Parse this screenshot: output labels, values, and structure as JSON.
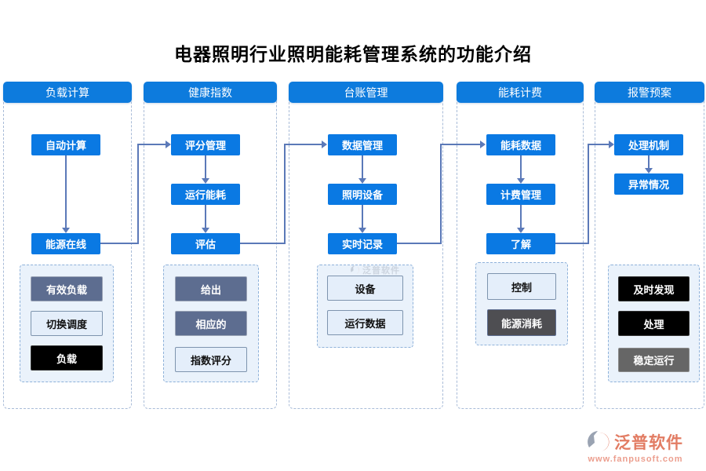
{
  "title": "电器照明行业照明能耗管理系统的功能介绍",
  "columns": [
    {
      "header": "负载计算",
      "flow": [
        "自动计算",
        "能源在线"
      ],
      "tags": [
        {
          "label": "有效负载",
          "style": "slate"
        },
        {
          "label": "切换调度",
          "style": "light"
        },
        {
          "label": "负载",
          "style": "black"
        }
      ]
    },
    {
      "header": "健康指数",
      "flow": [
        "评分管理",
        "运行能耗",
        "评估"
      ],
      "tags": [
        {
          "label": "给出",
          "style": "slate"
        },
        {
          "label": "相应的",
          "style": "slate"
        },
        {
          "label": "指数评分",
          "style": "light"
        }
      ]
    },
    {
      "header": "台账管理",
      "flow": [
        "数据管理",
        "照明设备",
        "实时记录"
      ],
      "tags": [
        {
          "label": "设备",
          "style": "light"
        },
        {
          "label": "运行数据",
          "style": "light"
        }
      ]
    },
    {
      "header": "能耗计费",
      "flow": [
        "能耗数据",
        "计费管理",
        "了解"
      ],
      "tags": [
        {
          "label": "控制",
          "style": "light"
        },
        {
          "label": "能源消耗",
          "style": "darkgray"
        }
      ]
    },
    {
      "header": "报警预案",
      "flow": [
        "处理机制",
        "异常情况"
      ],
      "tags": [
        {
          "label": "及时发现",
          "style": "black"
        },
        {
          "label": "处理",
          "style": "black"
        },
        {
          "label": "稳定运行",
          "style": "gray"
        }
      ]
    }
  ],
  "watermark": {
    "brand": "泛普软件",
    "logo_icon": "fanpu-logo-icon"
  },
  "footer": {
    "brand": "泛普软件",
    "url": "www.fanpusoft.com",
    "logo_icon": "fanpu-logo-icon"
  },
  "colors": {
    "primary_blue": "#0d7bdd",
    "button_blue": "#0a79e3",
    "connector_blue": "#5b79b8",
    "slate_box": "#5d6d90",
    "black_box": "#000000",
    "dark_gray_box": "#4e4e52",
    "gray_box": "#666666",
    "light_box": "#e4eefa",
    "dashed_border": "#a9bcd8",
    "brand_salmon": "#e27c63"
  }
}
